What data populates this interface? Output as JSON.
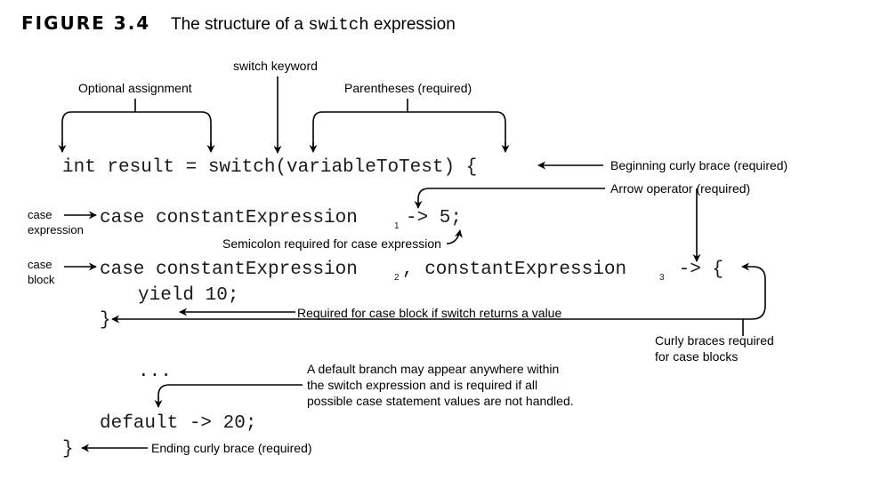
{
  "figure": {
    "label": "FIGURE 3.4",
    "title_prefix": "The structure of a ",
    "title_code": "switch",
    "title_suffix": " expression"
  },
  "code_lines": {
    "line1": "int result = switch(variableToTest) {",
    "line2_a": "case constantExpression",
    "line2_sub": "1",
    "line2_b": "-> 5;",
    "line3_a": "case constantExpression",
    "line3_sub_a": "2",
    "line3_b": ", constantExpression",
    "line3_sub_b": "3",
    "line3_c": " -> {",
    "line4": "yield 10;",
    "line5": "}",
    "line6": "...",
    "line7": "default -> 20;",
    "line8": "}"
  },
  "annotations": {
    "switch_keyword": "switch keyword",
    "optional_assignment": "Optional assignment",
    "parentheses": "Parentheses (required)",
    "beginning_brace": "Beginning curly brace (required)",
    "arrow_operator": "Arrow operator (required)",
    "case_expression_1": "case",
    "case_expression_2": "expression",
    "semicolon": "Semicolon required for case expression",
    "case_block_1": "case",
    "case_block_2": "block",
    "required_case_block": "Required for case block if switch returns a value",
    "curly_braces_1": "Curly braces required",
    "curly_braces_2": "for case blocks",
    "default_1": "A default branch may appear anywhere within",
    "default_2": "the switch expression and is required if all",
    "default_3": "possible case statement values are not handled.",
    "ending_brace": "Ending curly brace (required)"
  }
}
